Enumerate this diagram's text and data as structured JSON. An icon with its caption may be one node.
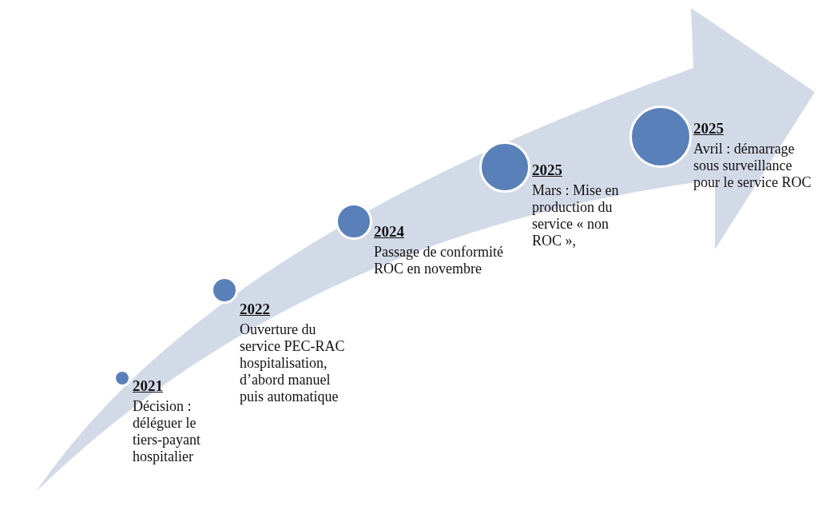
{
  "diagram": {
    "nodes": [
      {
        "text": [],
        "shape": "circle",
        "beside": [
          "2021",
          "Décision : déléguer le tiers-payant hospitalier"
        ]
      },
      {
        "text": [],
        "shape": "circle",
        "beside": [
          "2022",
          "Ouverture du service PEC-RAC hospitalisation, d’abord manuel puis automatique"
        ]
      },
      {
        "text": [],
        "shape": "circle",
        "beside": [
          "2024",
          "Passage de conformité ROC en novembre"
        ]
      },
      {
        "text": [],
        "shape": "circle",
        "beside": [
          "2025",
          "Mars : Mise en production du service « non ROC »,"
        ]
      },
      {
        "text": [],
        "shape": "circle",
        "beside": [
          "2025",
          "Avril : démarrage sous surveillance pour le service ROC"
        ]
      }
    ]
  }
}
